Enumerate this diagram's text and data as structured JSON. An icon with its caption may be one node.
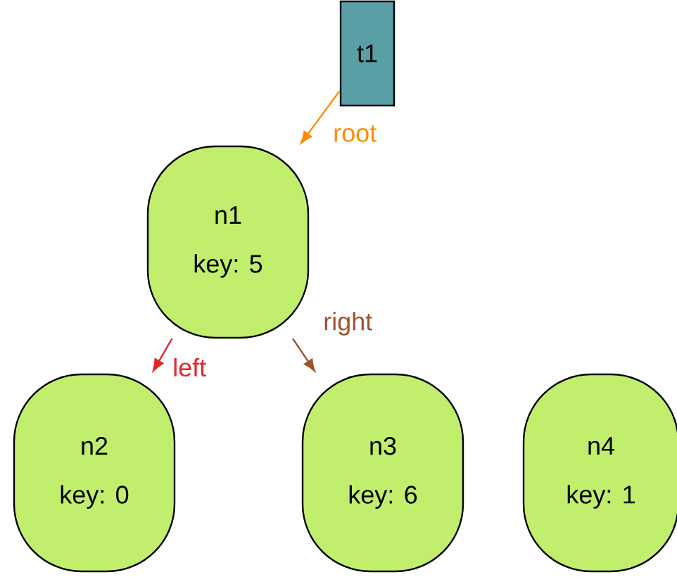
{
  "diagram": {
    "nodes": [
      {
        "text": [
          "t1"
        ]
      },
      {
        "text": [
          "n1",
          "key: 5"
        ]
      },
      {
        "text": [
          "n2",
          "key: 0"
        ]
      },
      {
        "text": [
          "n3",
          "key: 6"
        ]
      },
      {
        "text": [
          "n4",
          "key: 1"
        ]
      }
    ],
    "edges": [
      {
        "from": 0,
        "to": 1,
        "arrow": "to",
        "label": "root",
        "color": "#ff8c00"
      },
      {
        "from": 1,
        "to": 2,
        "arrow": "to",
        "label": "left",
        "color": "#e3262b"
      },
      {
        "from": 1,
        "to": 3,
        "arrow": "to",
        "label": "right",
        "color": "#a0522d"
      }
    ]
  }
}
